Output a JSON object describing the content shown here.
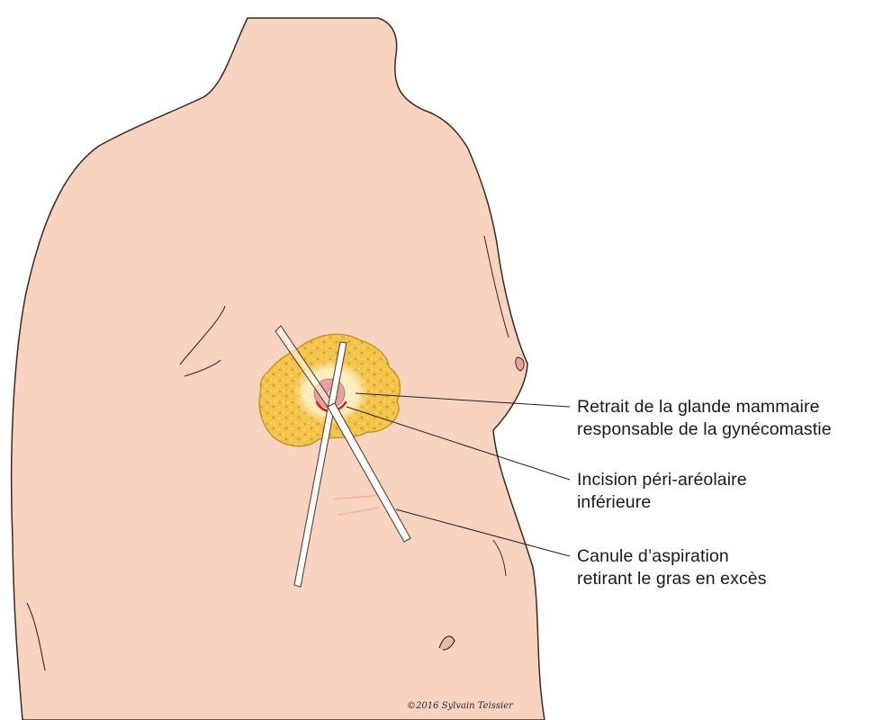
{
  "annotations": {
    "gland_removal": {
      "line1": "Retrait de la glande mammaire",
      "line2": "responsable de la gynécomastie"
    },
    "incision": {
      "line1": "Incision péri-aréolaire",
      "line2": "inférieure"
    },
    "cannula": {
      "line1": "Canule d’aspiration",
      "line2": "retirant le gras en excès"
    }
  },
  "credit": "©2016 Sylvain Teissier",
  "colors": {
    "skin": "#f8d3bf",
    "skin_outline": "#3a2a24",
    "fat": "#f3c44a",
    "fat_outline": "#c7962a",
    "areola": "#e7a39a",
    "incision": "#e01020",
    "cannula": "#ffffff"
  }
}
